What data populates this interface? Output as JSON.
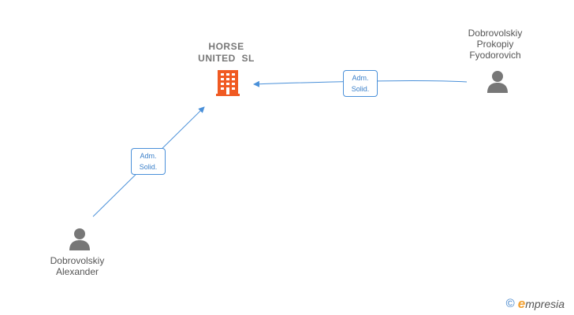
{
  "company": {
    "name_line1": "HORSE",
    "name_line2": "UNITED  SL",
    "icon": "building-icon",
    "icon_color": "#f05a22"
  },
  "people": [
    {
      "lines": [
        "Dobrovolskiy",
        "Prokopiy",
        "Fyodorovich"
      ],
      "icon": "person-icon"
    },
    {
      "lines": [
        "Dobrovolskiy",
        "Alexander"
      ],
      "icon": "person-icon"
    }
  ],
  "relations": [
    {
      "from": "Dobrovolskiy Prokopiy Fyodorovich",
      "to": "HORSE UNITED SL",
      "label_line1": "Adm.",
      "label_line2": "Solid."
    },
    {
      "from": "Dobrovolskiy Alexander",
      "to": "HORSE UNITED SL",
      "label_line1": "Adm.",
      "label_line2": "Solid."
    }
  ],
  "colors": {
    "edge": "#4a90d9",
    "person": "#777777",
    "label_text": "#555555"
  },
  "footer": {
    "copyright_symbol": "©",
    "brand_initial": "e",
    "brand_rest": "mpresia"
  }
}
